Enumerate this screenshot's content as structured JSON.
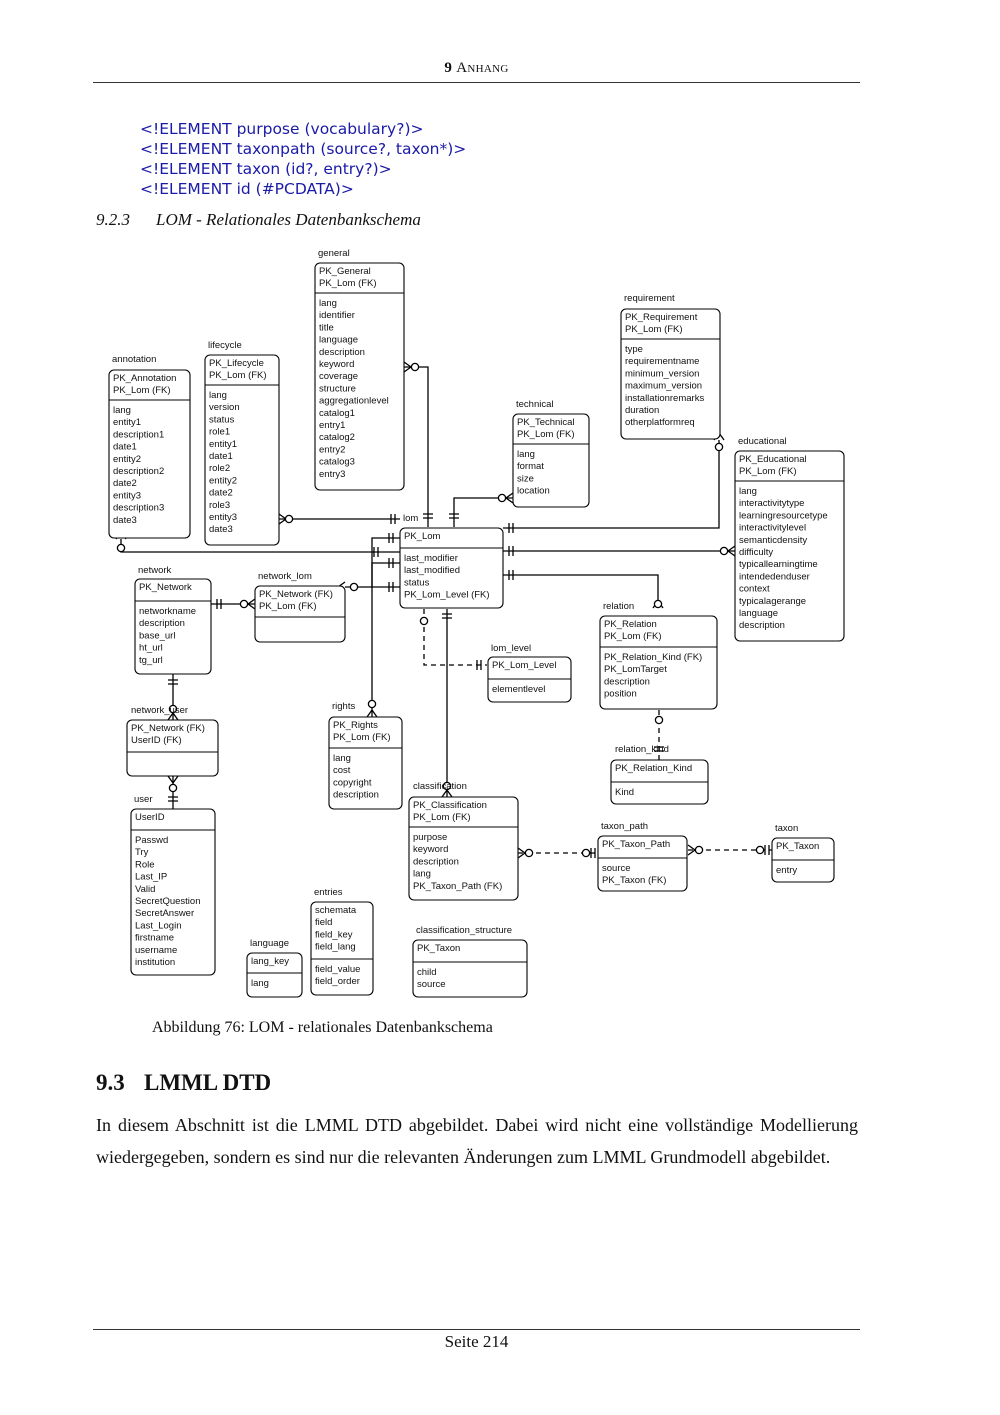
{
  "header": {
    "chapter_num": "9",
    "chapter_title": "Anhang"
  },
  "code_lines": [
    "<!ELEMENT purpose (vocabulary?)>",
    "<!ELEMENT taxonpath (source?, taxon*)>",
    "<!ELEMENT taxon (id?, entry?)>",
    "<!ELEMENT id (#PCDATA)>"
  ],
  "subsection": {
    "number": "9.2.3",
    "title": "LOM - Relationales Datenbankschema"
  },
  "diagram": {
    "entities": [
      {
        "id": "general",
        "title": "general",
        "keys": [
          "PK_General",
          "PK_Lom (FK)"
        ],
        "attrs": [
          "lang",
          "identifier",
          "title",
          "language",
          "description",
          "keyword",
          "coverage",
          "structure",
          "aggregationlevel",
          "catalog1",
          "entry1",
          "catalog2",
          "entry2",
          "catalog3",
          "entry3"
        ]
      },
      {
        "id": "requirement",
        "title": "requirement",
        "keys": [
          "PK_Requirement",
          "PK_Lom (FK)"
        ],
        "attrs": [
          "type",
          "requirementname",
          "minimum_version",
          "maximum_version",
          "installationremarks",
          "duration",
          "otherplatformreq"
        ]
      },
      {
        "id": "lifecycle",
        "title": "lifecycle",
        "keys": [
          "PK_Lifecycle",
          "PK_Lom (FK)"
        ],
        "attrs": [
          "lang",
          "version",
          "status",
          "role1",
          "entity1",
          "date1",
          "role2",
          "entity2",
          "date2",
          "role3",
          "entity3",
          "date3"
        ]
      },
      {
        "id": "annotation",
        "title": "annotation",
        "keys": [
          "PK_Annotation",
          "PK_Lom (FK)"
        ],
        "attrs": [
          "lang",
          "entity1",
          "description1",
          "date1",
          "entity2",
          "description2",
          "date2",
          "entity3",
          "description3",
          "date3"
        ]
      },
      {
        "id": "technical",
        "title": "technical",
        "keys": [
          "PK_Technical",
          "PK_Lom (FK)"
        ],
        "attrs": [
          "lang",
          "format",
          "size",
          "location"
        ]
      },
      {
        "id": "educational",
        "title": "educational",
        "keys": [
          "PK_Educational",
          "PK_Lom (FK)"
        ],
        "attrs": [
          "lang",
          "interactivitytype",
          "learningresourcetype",
          "interactivitylevel",
          "semanticdensity",
          "difficulty",
          "typicallearningtime",
          "intendedenduser",
          "context",
          "typicalagerange",
          "language",
          "description"
        ]
      },
      {
        "id": "lom",
        "title": "lom",
        "keys": [
          "PK_Lom"
        ],
        "attrs": [
          "last_modifier",
          "last_modified",
          "status",
          "PK_Lom_Level (FK)"
        ]
      },
      {
        "id": "network",
        "title": "network",
        "keys": [
          "PK_Network"
        ],
        "attrs": [
          "networkname",
          "description",
          "base_url",
          "ht_url",
          "tg_url"
        ]
      },
      {
        "id": "network_lom",
        "title": "network_lom",
        "keys": [
          "PK_Network (FK)",
          "PK_Lom (FK)"
        ],
        "attrs": []
      },
      {
        "id": "relation",
        "title": "relation",
        "keys": [
          "PK_Relation",
          "PK_Lom (FK)"
        ],
        "attrs": [
          "PK_Relation_Kind (FK)",
          "PK_LomTarget",
          "description",
          "position"
        ]
      },
      {
        "id": "lom_level",
        "title": "lom_level",
        "keys": [
          "PK_Lom_Level"
        ],
        "attrs": [
          "elementlevel"
        ]
      },
      {
        "id": "network_user",
        "title": "network_user",
        "keys": [
          "PK_Network (FK)",
          "UserID (FK)"
        ],
        "attrs": []
      },
      {
        "id": "rights",
        "title": "rights",
        "keys": [
          "PK_Rights",
          "PK_Lom (FK)"
        ],
        "attrs": [
          "lang",
          "cost",
          "copyright",
          "description"
        ]
      },
      {
        "id": "relation_kind",
        "title": "relation_kind",
        "keys": [
          "PK_Relation_Kind"
        ],
        "attrs": [
          "Kind"
        ]
      },
      {
        "id": "user",
        "title": "user",
        "keys": [
          "UserID"
        ],
        "attrs": [
          "Passwd",
          "Try",
          "Role",
          "Last_IP",
          "Valid",
          "SecretQuestion",
          "SecretAnswer",
          "Last_Login",
          "firstname",
          "username",
          "institution"
        ]
      },
      {
        "id": "classification",
        "title": "classification",
        "keys": [
          "PK_Classification",
          "PK_Lom (FK)"
        ],
        "attrs": [
          "purpose",
          "keyword",
          "description",
          "lang",
          "PK_Taxon_Path (FK)"
        ]
      },
      {
        "id": "taxon_path",
        "title": "taxon_path",
        "keys": [
          "PK_Taxon_Path"
        ],
        "attrs": [
          "source",
          "PK_Taxon (FK)"
        ]
      },
      {
        "id": "taxon",
        "title": "taxon",
        "keys": [
          "PK_Taxon"
        ],
        "attrs": [
          "entry"
        ]
      },
      {
        "id": "entries",
        "title": "entries",
        "keys": [
          "schemata",
          "field",
          "field_key",
          "field_lang"
        ],
        "attrs": [
          "field_value",
          "field_order"
        ]
      },
      {
        "id": "language",
        "title": "language",
        "keys": [
          "lang_key"
        ],
        "attrs": [
          "lang"
        ]
      },
      {
        "id": "classification_structure",
        "title": "classification_structure",
        "keys": [
          "PK_Taxon"
        ],
        "attrs": [
          "child",
          "source"
        ]
      }
    ]
  },
  "caption": "Abbildung 76: LOM - relationales Datenbankschema",
  "section": {
    "number": "9.3",
    "title": "LMML DTD"
  },
  "paragraph": "In diesem Abschnitt ist die LMML DTD abgebildet. Dabei wird nicht eine vollständige Modellierung wiedergegeben, sondern es sind nur die relevanten Änderungen zum LMML Grundmodell abgebildet.",
  "footer": "Seite 214"
}
